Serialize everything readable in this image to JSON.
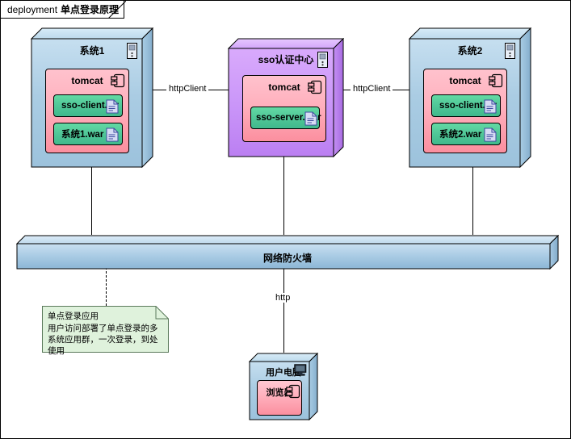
{
  "frame": {
    "keyword": "deployment",
    "name": "单点登录原理"
  },
  "nodes": {
    "system1": {
      "title": "系统1",
      "node_icon": "server-icon",
      "color": "#aacce3",
      "component": {
        "title": "tomcat",
        "icon": "component-icon",
        "color": "#ffb0bd",
        "artifacts": [
          {
            "label": "sso-client.jar",
            "icon": "artifact-document-icon"
          },
          {
            "label": "系统1.war",
            "icon": "artifact-document-icon"
          }
        ]
      }
    },
    "sso_center": {
      "title": "sso认证中心",
      "node_icon": "server-icon",
      "color": "#cc99f9",
      "component": {
        "title": "tomcat",
        "icon": "component-icon",
        "color": "#ffb0bd",
        "artifacts": [
          {
            "label": "sso-server.war",
            "icon": "artifact-document-icon"
          }
        ]
      }
    },
    "system2": {
      "title": "系统2",
      "node_icon": "server-icon",
      "color": "#aacce3",
      "component": {
        "title": "tomcat",
        "icon": "component-icon",
        "color": "#ffb0bd",
        "artifacts": [
          {
            "label": "sso-client.jar",
            "icon": "artifact-document-icon"
          },
          {
            "label": "系统2.war",
            "icon": "artifact-document-icon"
          }
        ]
      }
    },
    "user_pc": {
      "title": "用户电脑",
      "node_icon": "monitor-icon",
      "color": "#aacce3",
      "component": {
        "title": "浏览器",
        "icon": "component-icon",
        "color": "#ffb0bd"
      }
    }
  },
  "firewall": {
    "label": "网络防火墙",
    "color": "#a9cbe4"
  },
  "edges": {
    "system1_to_sso": "httpClient",
    "sso_to_system2": "httpClient",
    "firewall_to_pc": "http"
  },
  "note": {
    "title": "单点登录应用",
    "body": "用户访问部署了单点登录的多系统应用群，一次登录，到处使用",
    "color": "#dff2dc"
  }
}
